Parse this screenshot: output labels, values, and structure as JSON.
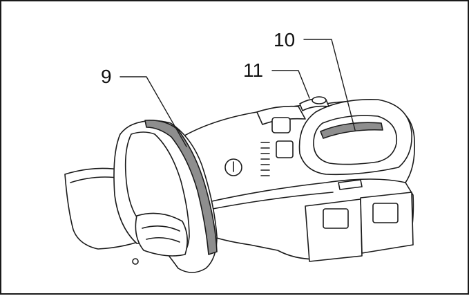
{
  "figure": {
    "callouts": [
      {
        "id": "9",
        "label": "9"
      },
      {
        "id": "11",
        "label": "11"
      },
      {
        "id": "10",
        "label": "10"
      }
    ],
    "colors": {
      "line": "#1a1a1a",
      "grip_fill": "#8e8e8e",
      "body_fill": "#ffffff"
    },
    "icons": [
      "hedge-trimmer-illustration"
    ]
  }
}
